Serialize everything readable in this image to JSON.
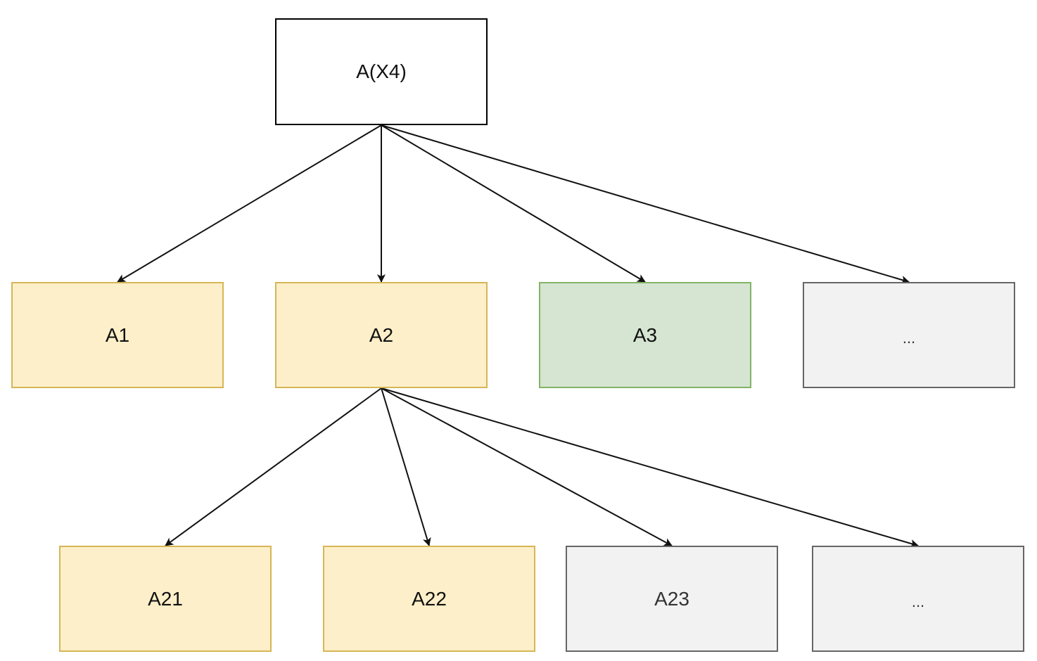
{
  "colors": {
    "white_fill": "#ffffff",
    "white_stroke": "#000000",
    "yellow_fill": "#fdefc9",
    "yellow_stroke": "#d6b656",
    "green_fill": "#d5e5d1",
    "green_stroke": "#82b366",
    "gray_fill": "#f2f2f2",
    "gray_stroke": "#666666",
    "edge": "#111111"
  },
  "nodes": {
    "root": {
      "label": "A(X4)",
      "style": "white"
    },
    "a1": {
      "label": "A1",
      "style": "yellow"
    },
    "a2": {
      "label": "A2",
      "style": "yellow"
    },
    "a3": {
      "label": "A3",
      "style": "green"
    },
    "l1_more": {
      "label": "...",
      "style": "gray"
    },
    "a21": {
      "label": "A21",
      "style": "yellow"
    },
    "a22": {
      "label": "A22",
      "style": "yellow"
    },
    "a23": {
      "label": "A23",
      "style": "gray"
    },
    "l2_more": {
      "label": "...",
      "style": "gray"
    }
  },
  "edges": [
    {
      "from": "root",
      "to": "a1"
    },
    {
      "from": "root",
      "to": "a2"
    },
    {
      "from": "root",
      "to": "a3"
    },
    {
      "from": "root",
      "to": "l1_more"
    },
    {
      "from": "a2",
      "to": "a21"
    },
    {
      "from": "a2",
      "to": "a22"
    },
    {
      "from": "a2",
      "to": "a23"
    },
    {
      "from": "a2",
      "to": "l2_more"
    }
  ]
}
